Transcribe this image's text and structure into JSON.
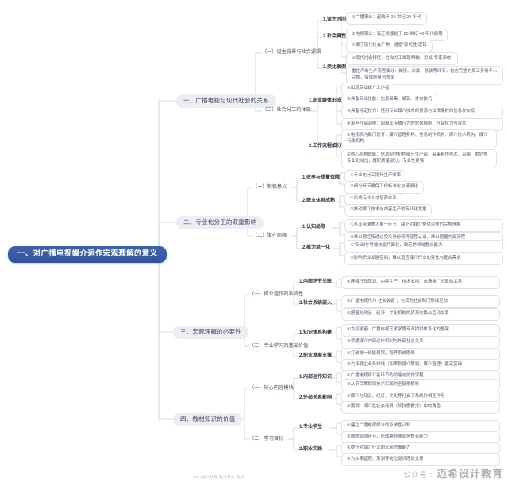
{
  "meta": {
    "watermark": "迈希设计教育",
    "watermark_prefix": "公众号 :",
    "credit": "No.1设计教育 知识要点 笔记"
  },
  "root": {
    "label": "一、对广播电视媒介运作宏观理解的意义",
    "color": "#33549c"
  },
  "branches": [
    {
      "label": "一、广播电视与现代社会的关系",
      "groups": [
        {
          "label": "（一）诞生背景与社会逻辑",
          "items": [
            {
              "label": "1.诞生时间线",
              "leaves": [
                "①广播事业：起端于 20 世纪 20 年代",
                "②电视事业：真正发展始于 20 世纪 40 年代后期"
              ]
            },
            {
              "label": "2.社会属性",
              "leaves": [
                "①属于现代社会产物，遵循“现代性”逻辑",
                "②现代社会特征：社会分工细致明确，形成“专家系统”"
              ]
            },
            {
              "label": "3.类比案例",
              "leaves": [
                "重估汽车生产流程细分：焊接、涂装、总装等环节，包含完整的员工身份专人完成，保障质量与效率"
              ]
            }
          ]
        },
        {
          "label": "（二）社会分工的体现",
          "items": [
            {
              "label": "1.职业群体形成",
              "leaves": [
                "①出现专业媒介工作者",
                "②具备专业技能：信息采集、编辑、发布技巧",
                "③具备特定权力：使用专业媒介技术的资源与法律保护的信息发布权",
                "④承担社会回报：回报业传播行为的效果规制、社会权力与资本"
              ]
            },
            {
              "label": "2.工作流程细分",
              "leaves": [
                "①电视机内部门划分：媒介管理机构、信息制作机构、媒介技术机构、媒介行政机构",
                "②核心机构职能：信息制作机构细分生产部、采集制作技术、采编、策划等专业化岗位，履职质量部分，专业性更强"
              ]
            }
          ]
        }
      ]
    },
    {
      "label": "二、专业化分工的双重影响",
      "groups": [
        {
          "label": "（一）积极意义",
          "items": [
            {
              "label": "1.效率与质量保障",
              "leaves": [
                "①专业化分工提升生产效率",
                "②细分环节确保工作标准化与精细化"
              ]
            },
            {
              "label": "2.职业体系成熟",
              "leaves": [
                "①形成专业人才培养体系",
                "②推动媒介技术与内容生产的专业化发展"
              ]
            }
          ]
        },
        {
          "label": "（二）潜在局限",
          "items": [
            {
              "label": "1.认知局限",
              "leaves": [
                "①从业者聚焦入单一环节，缺乏对媒介整体运作的完整理解",
                "②难以把控按通过受众身份获得感性认识，难以把握内部流程"
              ]
            },
            {
              "label": "2.能力单一化",
              "leaves": [
                "①“专业化”导致技能片面化，缺乏跨领域整合能力",
                "②影响职业发展空间，难以适应媒介行业的变化与复合需求"
              ]
            }
          ]
        }
      ]
    },
    {
      "label": "三、宏观理解的必要性",
      "groups": [
        {
          "label": "（一）媒介运作的系统性",
          "items": [
            {
              "label": "1.内部环节关联",
              "leaves": [
                "①理解行政策划、内容生产、技术支持、市场推广的联动关系"
              ]
            },
            {
              "label": "2.社会系统嵌入",
              "leaves": [
                "①广播电视作为“社会装置”，与其他社会部门形成互动",
                "②把握与政治、经济、文化机构的资源交换与互动关系"
              ]
            }
          ]
        },
        {
          "label": "（二）专业学习的基础价值",
          "items": [
            {
              "label": "1.知识体系构建",
              "leaves": [
                "①为初学者、广播电视艺术学等专业提供体系化的框架",
                "②读通媒介内部运作机制与外部社会关系"
              ]
            },
            {
              "label": "2.职业发展支撑",
              "leaves": [
                "①打破单一技能局限，培养系统思维",
                "②为拓展企业务领域（如策划媒介策划、媒介管理）奠定基础"
              ]
            }
          ]
        }
      ]
    },
    {
      "label": "四、教材知识的价值",
      "groups": [
        {
          "label": "（一）核心内容模块",
          "items": [
            {
              "label": "1.内部运作知识",
              "leaves": [
                "①广播电视媒介各环节的功能与协作流程",
                "②从节目策划到技术实现的全链条解析"
              ]
            },
            {
              "label": "2.外部关系影响",
              "leaves": [
                "①媒介与政治、经济、文化等社会子系统的相互作用",
                "②案例：媒介在社会动员（如抗震救灾）中的角色"
              ]
            }
          ]
        },
        {
          "label": "（二）学习目标",
          "items": [
            {
              "label": "1.专业学生",
              "leaves": [
                "①建立广播电视媒介的系统性认知",
                "②摆脱局限环节，形成跨领域业务整合能力"
              ]
            },
            {
              "label": "2.职业实践",
              "leaves": [
                "①提升对媒介行业的宏观把握能力",
                "②为从事管理、策划等岗位提供理论支撑"
              ]
            }
          ]
        }
      ]
    }
  ]
}
